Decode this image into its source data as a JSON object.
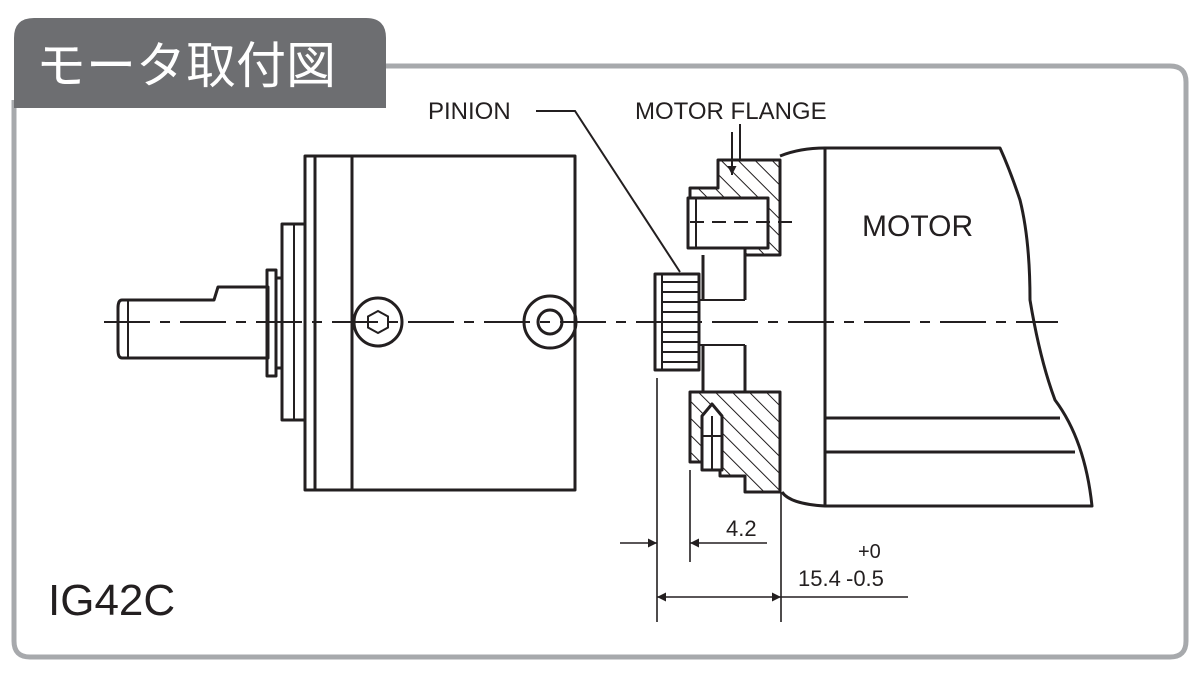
{
  "title": "モータ取付図",
  "model": "IG42C",
  "labels": {
    "pinion": "PINION",
    "motor_flange": "MOTOR FLANGE",
    "motor": "MOTOR"
  },
  "dimensions": {
    "pinion_offset": "4.2",
    "flange_length": "15.4",
    "tolerance_upper": "+0",
    "tolerance_lower": "-0.5"
  },
  "colors": {
    "title_bg": "#6d6e71",
    "frame": "#a7a9ac",
    "ink": "#231f20"
  }
}
